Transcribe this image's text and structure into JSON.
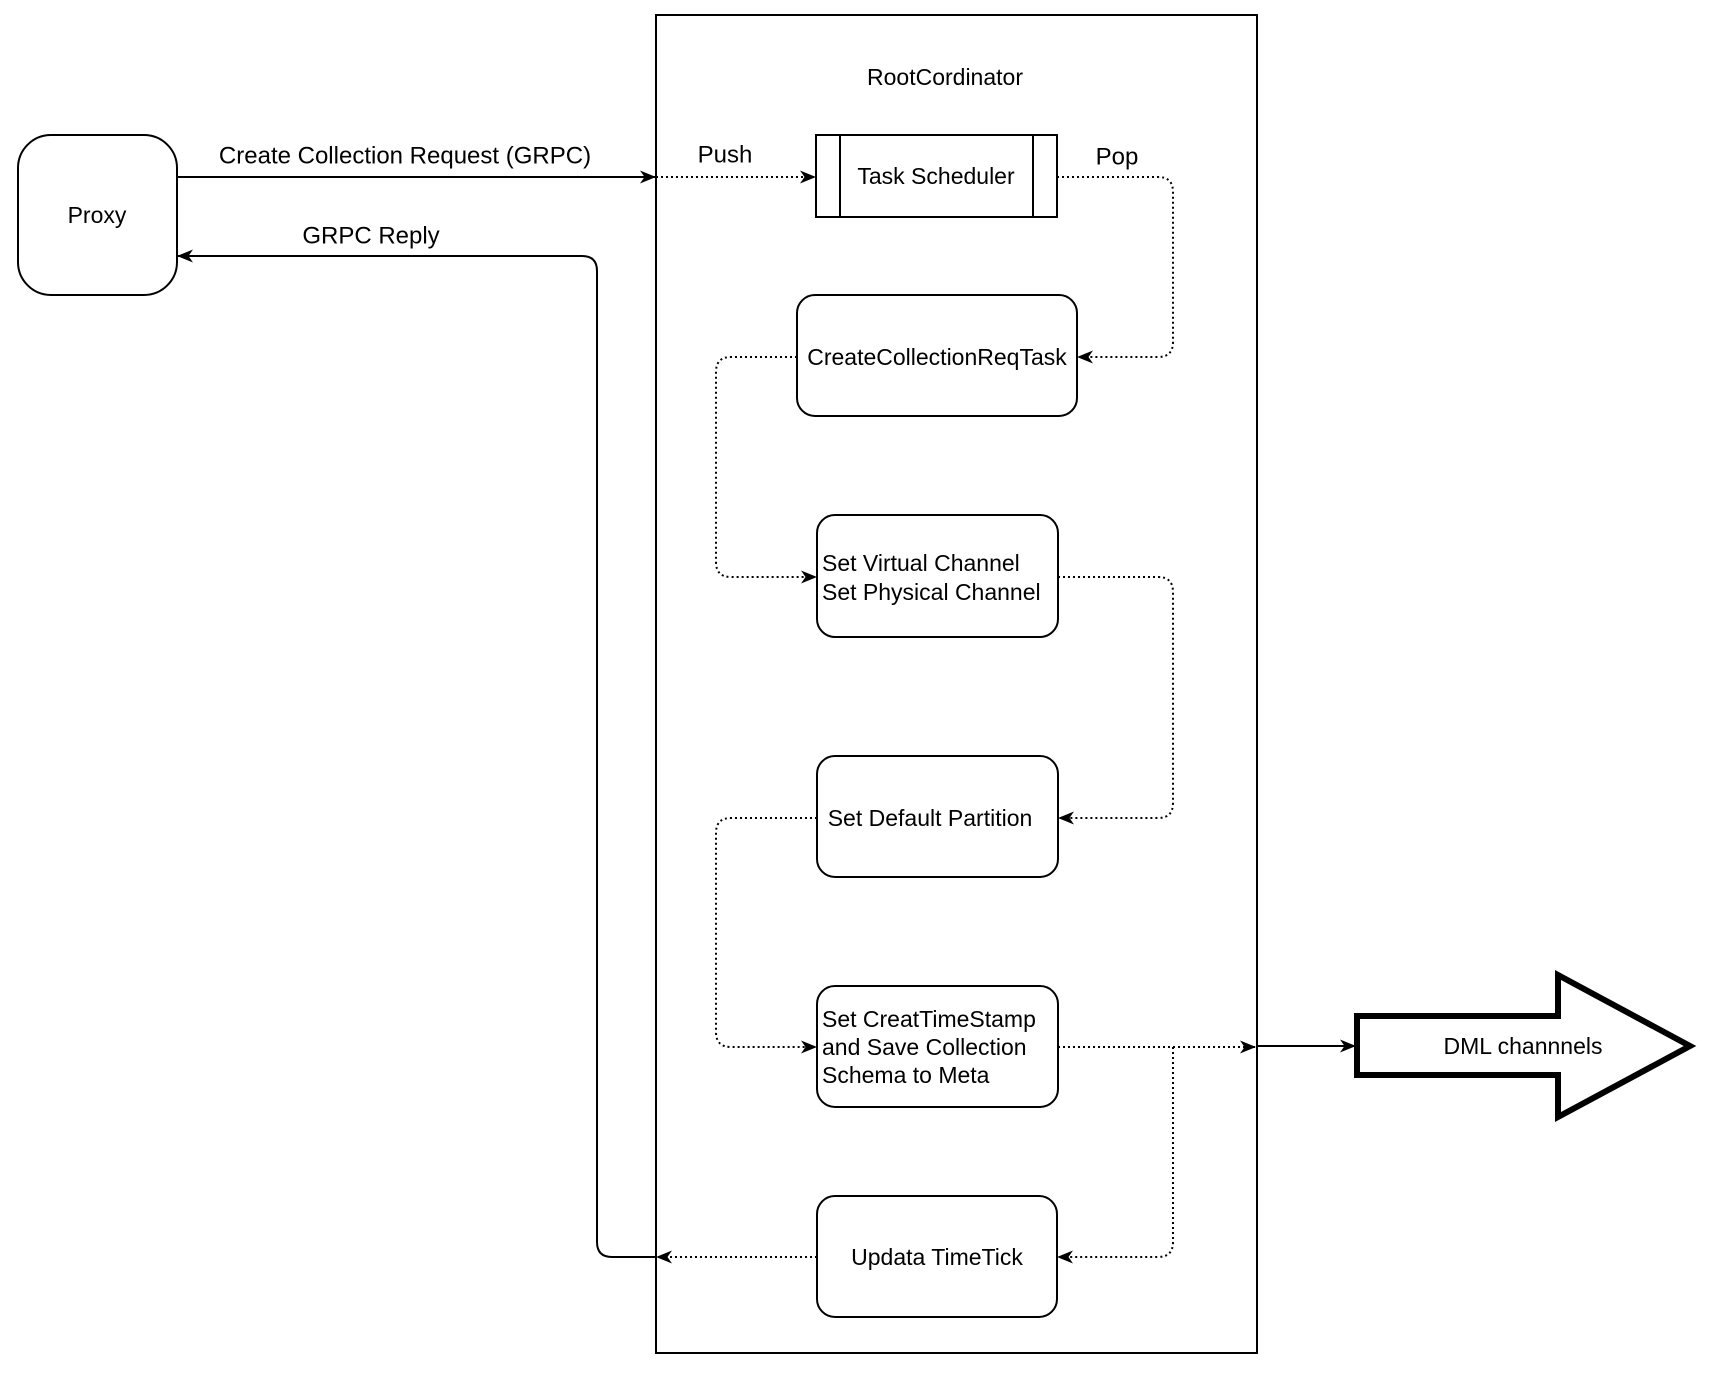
{
  "diagram": {
    "container_title": "RootCordinator",
    "nodes": {
      "proxy": {
        "label": "Proxy"
      },
      "task_scheduler": {
        "label": "Task Scheduler"
      },
      "create_collection_req_task": {
        "label": "CreateCollectionReqTask"
      },
      "set_channels": {
        "line1": "Set Virtual Channel",
        "line2": "Set Physical Channel"
      },
      "set_default_partition": {
        "label": "Set Default Partition"
      },
      "set_creat_timestamp": {
        "line1": "Set CreatTimeStamp",
        "line2": "and Save Collection",
        "line3": "Schema to Meta"
      },
      "updata_timetick": {
        "label": "Updata TimeTick"
      },
      "dml_channels": {
        "label": "DML channnels"
      }
    },
    "edge_labels": {
      "create_collection_request": "Create Collection Request (GRPC)",
      "grpc_reply": "GRPC Reply",
      "push": "Push",
      "pop": "Pop"
    },
    "colors": {
      "stroke": "#000000",
      "background": "#ffffff"
    }
  }
}
